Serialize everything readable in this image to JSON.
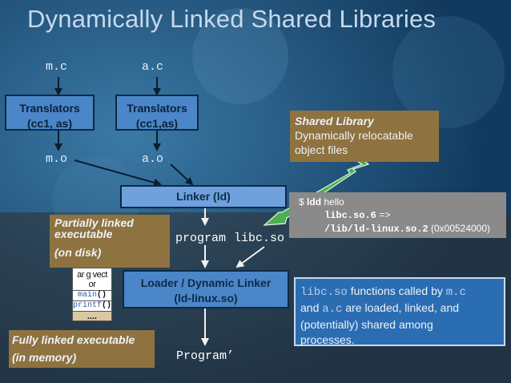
{
  "title": "Dynamically Linked Shared Libraries",
  "files": {
    "m_c": "m.c",
    "a_c": "a.c",
    "m_o": "m.o",
    "a_o": "a.o",
    "program": "program",
    "libc_so": "libc.so",
    "program_prime": "Program’"
  },
  "translators": [
    {
      "title": "Translators",
      "detail": "(cc1, as)"
    },
    {
      "title": "Translators",
      "detail": "(cc1,as)"
    }
  ],
  "linker": "Linker (ld)",
  "loader": {
    "line1": "Loader / Dynamic Linker",
    "line2": "(ld-linux.so)"
  },
  "partial": {
    "line1": "Partially linked",
    "line2": "executable",
    "line3": "(on disk)"
  },
  "fully": {
    "line1": "Fully linked executable",
    "line2": "(in memory)"
  },
  "shared_library": {
    "title": "Shared Library",
    "line1": "Dynamically relocatable",
    "line2": "object files"
  },
  "ldd": {
    "prompt": "$",
    "cmd": "ldd",
    "arg": "hello",
    "lib1": "libc.so.6",
    "arrow": "=>",
    "lib2": "/lib/ld-linux.so.2",
    "addr": "(0x00524000)"
  },
  "callout": {
    "c1": "libc.so",
    "t1": " functions called by ",
    "c2": "m.c",
    "t2": "and ",
    "c3": "a.c",
    "t3": " are loaded, linked, and",
    "t4": "(potentially) shared among",
    "t5": "processes."
  },
  "stack": {
    "argv": "ar g vect or",
    "main_name": "main",
    "main_paren": "()",
    "printf_name": "printf",
    "printf_paren": "()",
    "dots": "...."
  },
  "colors": {
    "background": "#1f4d73",
    "box_blue": "#4a86c8",
    "box_light": "#6ea1dd",
    "note_brown": "#8e7240",
    "note_gray": "#8a8a8a",
    "arrow_green": "#4caf50"
  }
}
